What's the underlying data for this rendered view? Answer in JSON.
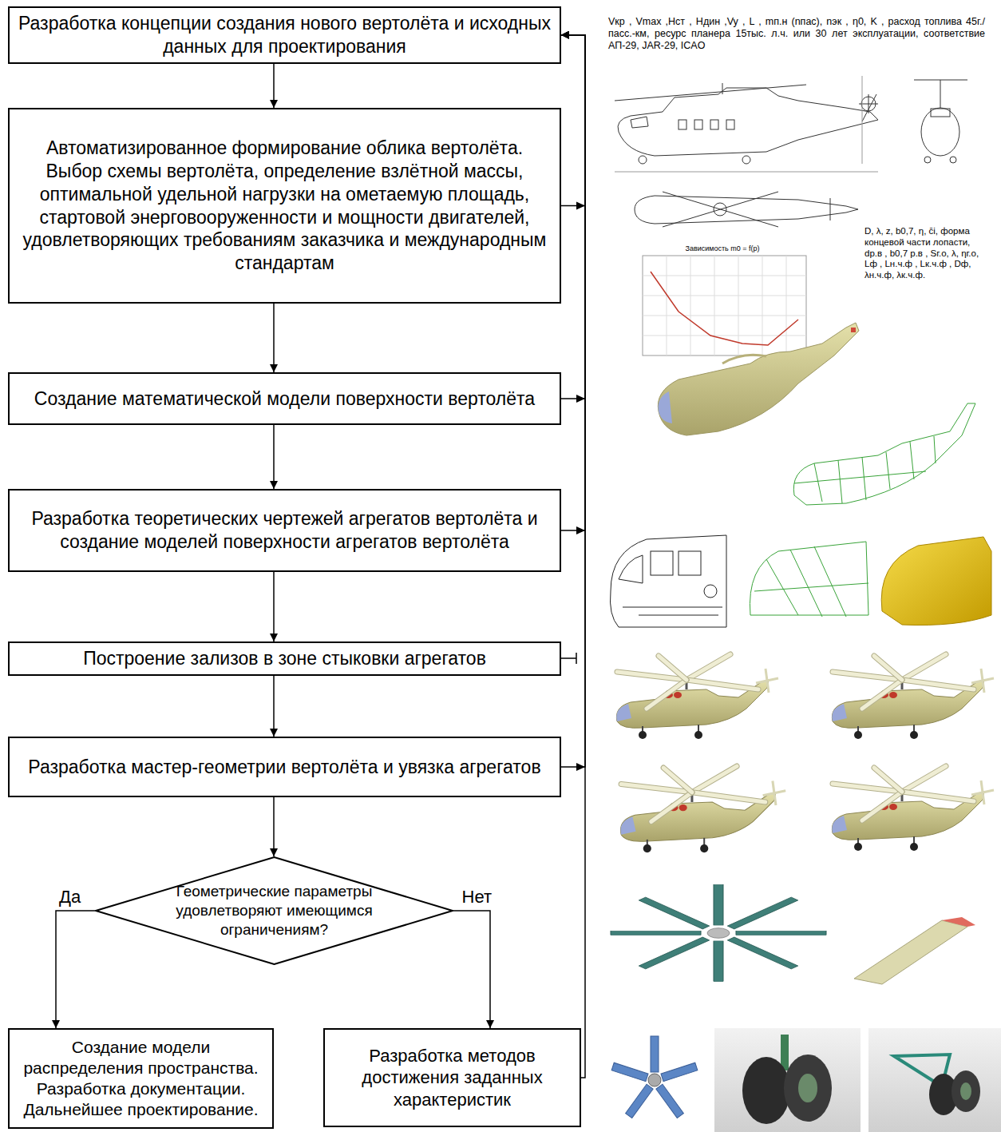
{
  "diagram": {
    "nodes": [
      {
        "text": [
          "Разработка концепции создания нового вертолёта и исходных данных для проектирования"
        ]
      },
      {
        "text": [
          "Автоматизированное формирование облика вертолёта. Выбор схемы вертолёта, определение взлётной массы, оптимальной удельной нагрузки на ометаемую площадь, стартовой энерговооруженности и мощности двигателей, удовлетворяющих требованиям заказчика и международным стандартам"
        ]
      },
      {
        "text": [
          "Создание математической модели поверхности вертолёта"
        ]
      },
      {
        "text": [
          "Разработка теоретических чертежей агрегатов вертолёта и создание моделей поверхности агрегатов вертолёта"
        ]
      },
      {
        "text": [
          "Построение зализов в зоне стыковки агрегатов"
        ]
      },
      {
        "text": [
          "Разработка мастер-геометрии вертолёта и увязка агрегатов"
        ]
      },
      {
        "text": [
          "Геометрические параметры удовлетворяют имеющимся ограничениям?"
        ]
      },
      {
        "text": [
          "Создание модели распределения пространства. Разработка документации. Дальнейшее проектирование."
        ]
      },
      {
        "text": [
          "Разработка методов достижения заданных характеристик"
        ]
      }
    ],
    "edges": [
      {
        "from": 0,
        "to": 1,
        "arrow": "to"
      },
      {
        "from": 1,
        "to": 2,
        "arrow": "to"
      },
      {
        "from": 2,
        "to": 3,
        "arrow": "to"
      },
      {
        "from": 3,
        "to": 4,
        "arrow": "to"
      },
      {
        "from": 4,
        "to": 5,
        "arrow": "to"
      },
      {
        "from": 5,
        "to": 6,
        "arrow": "to"
      },
      {
        "from": 6,
        "to": 7,
        "label": "Да",
        "arrow": "to"
      },
      {
        "from": 6,
        "to": 8,
        "label": "Нет",
        "arrow": "to"
      },
      {
        "from": 8,
        "to": 0,
        "arrow": "to"
      },
      {
        "from": 1,
        "to": 0,
        "arrow": "to"
      },
      {
        "from": 2,
        "to": 0,
        "arrow": "to"
      },
      {
        "from": 3,
        "to": 0,
        "arrow": "to"
      },
      {
        "from": 5,
        "to": 0,
        "arrow": "to"
      }
    ],
    "labels": [
      "Vкр , Vmax ,Нст , Ндин ,Vy , L , mп.н (nпас), nэк , η0, K , расход топлива 45г./пасс.-км, ресурс планера 15тыс. л.ч. или 30 лет эксплуатации, соответствие АП-29, JAR-29, ICAO",
      "D, λ, z, b0,7, η, c̄i, форма концевой части лопасти, dр.в , b0,7 р.в , Sг.о, λ, ηг.о, Lф , Lн.ч.ф , Lк.ч.ф , Dф, λн.ч.ф, λк.ч.ф.",
      "Зависимость m0 = f(p)"
    ]
  }
}
